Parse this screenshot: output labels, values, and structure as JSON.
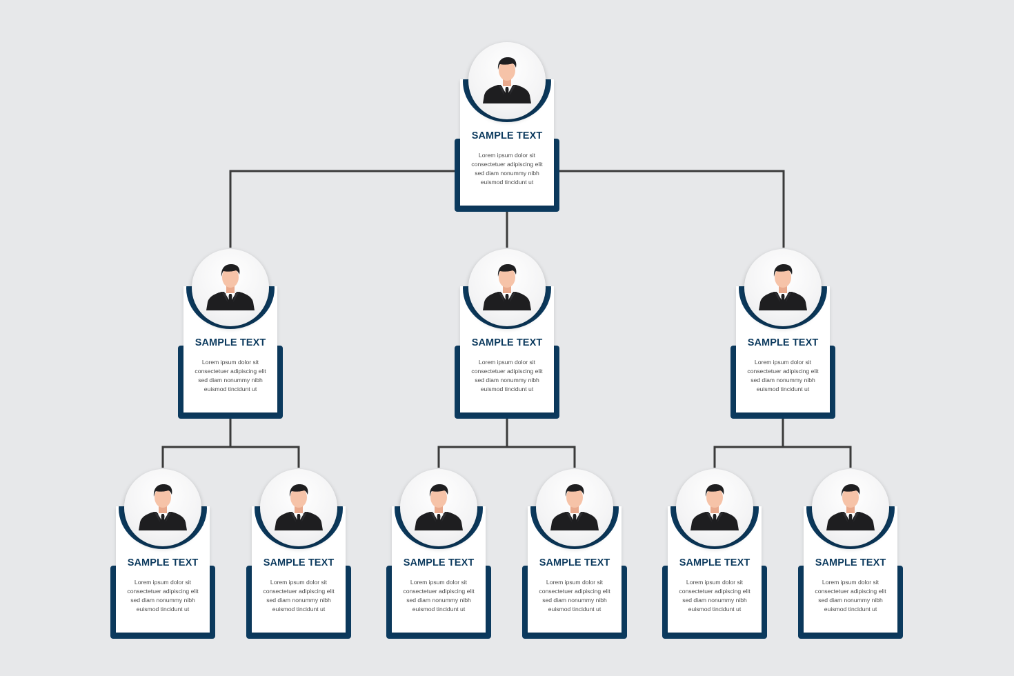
{
  "colors": {
    "background": "#e7e8ea",
    "accent": "#0c3a5e",
    "connector": "#3a3a3a",
    "card": "#ffffff"
  },
  "icon": "businessman-avatar-icon",
  "org_chart": {
    "root": {
      "title": "SAMPLE TEXT",
      "lines": [
        "Lorem ipsum dolor sit",
        "consectetuer adipiscing elit",
        "sed diam nonummy nibh",
        "euismod tincidunt ut"
      ]
    },
    "managers": [
      {
        "title": "SAMPLE TEXT",
        "lines": [
          "Lorem ipsum dolor sit",
          "consectetuer adipiscing elit",
          "sed diam nonummy nibh",
          "euismod tincidunt ut"
        ],
        "staff": [
          {
            "title": "SAMPLE TEXT",
            "lines": [
              "Lorem ipsum dolor sit",
              "consectetuer adipiscing elit",
              "sed diam nonummy nibh",
              "euismod tincidunt ut"
            ]
          },
          {
            "title": "SAMPLE TEXT",
            "lines": [
              "Lorem ipsum dolor sit",
              "consectetuer adipiscing elit",
              "sed diam nonummy nibh",
              "euismod tincidunt ut"
            ]
          }
        ]
      },
      {
        "title": "SAMPLE TEXT",
        "lines": [
          "Lorem ipsum dolor sit",
          "consectetuer adipiscing elit",
          "sed diam nonummy nibh",
          "euismod tincidunt ut"
        ],
        "staff": [
          {
            "title": "SAMPLE TEXT",
            "lines": [
              "Lorem ipsum dolor sit",
              "consectetuer adipiscing elit",
              "sed diam nonummy nibh",
              "euismod tincidunt ut"
            ]
          },
          {
            "title": "SAMPLE TEXT",
            "lines": [
              "Lorem ipsum dolor sit",
              "consectetuer adipiscing elit",
              "sed diam nonummy nibh",
              "euismod tincidunt ut"
            ]
          }
        ]
      },
      {
        "title": "SAMPLE TEXT",
        "lines": [
          "Lorem ipsum dolor sit",
          "consectetuer adipiscing elit",
          "sed diam nonummy nibh",
          "euismod tincidunt ut"
        ],
        "staff": [
          {
            "title": "SAMPLE TEXT",
            "lines": [
              "Lorem ipsum dolor sit",
              "consectetuer adipiscing elit",
              "sed diam nonummy nibh",
              "euismod tincidunt ut"
            ]
          },
          {
            "title": "SAMPLE TEXT",
            "lines": [
              "Lorem ipsum dolor sit",
              "consectetuer adipiscing elit",
              "sed diam nonummy nibh",
              "euismod tincidunt ut"
            ]
          }
        ]
      }
    ]
  }
}
